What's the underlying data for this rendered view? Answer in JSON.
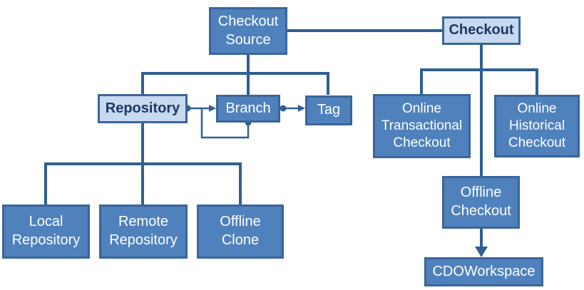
{
  "colors": {
    "node_fill": "#4f81bd",
    "node_border": "#3a659a",
    "node_light_fill": "#c6d9f0",
    "node_text": "#ffffff",
    "node_dark_text": "#1f3864",
    "connector": "#2f5f93",
    "background": "#ffffff"
  },
  "diagram": {
    "nodes": {
      "checkout_source": {
        "label": "Checkout\nSource",
        "style": "primary"
      },
      "checkout": {
        "label": "Checkout",
        "style": "light"
      },
      "repository": {
        "label": "Repository",
        "style": "light"
      },
      "branch": {
        "label": "Branch",
        "style": "primary"
      },
      "tag": {
        "label": "Tag",
        "style": "primary"
      },
      "online_transactional_checkout": {
        "label": "Online\nTransactional\nCheckout",
        "style": "primary"
      },
      "online_historical_checkout": {
        "label": "Online\nHistorical\nCheckout",
        "style": "primary"
      },
      "offline_checkout": {
        "label": "Offline\nCheckout",
        "style": "primary"
      },
      "cdo_workspace": {
        "label": "CDOWorkspace",
        "style": "primary"
      },
      "local_repository": {
        "label": "Local\nRepository",
        "style": "primary"
      },
      "remote_repository": {
        "label": "Remote\nRepository",
        "style": "primary"
      },
      "offline_clone": {
        "label": "Offline\nClone",
        "style": "primary"
      }
    },
    "edges": [
      {
        "from": "checkout_source",
        "to": "checkout",
        "type": "line"
      },
      {
        "from": "checkout_source",
        "to": "repository",
        "type": "tree"
      },
      {
        "from": "checkout_source",
        "to": "branch",
        "type": "tree"
      },
      {
        "from": "checkout_source",
        "to": "tag",
        "type": "tree"
      },
      {
        "from": "repository",
        "to": "branch",
        "type": "dot-arrow"
      },
      {
        "from": "branch",
        "to": "branch",
        "type": "dot-arrow-self-loop"
      },
      {
        "from": "branch",
        "to": "tag",
        "type": "dot-arrow"
      },
      {
        "from": "repository",
        "to": "local_repository",
        "type": "tree"
      },
      {
        "from": "repository",
        "to": "remote_repository",
        "type": "tree"
      },
      {
        "from": "repository",
        "to": "offline_clone",
        "type": "tree"
      },
      {
        "from": "checkout",
        "to": "online_transactional_checkout",
        "type": "tree"
      },
      {
        "from": "checkout",
        "to": "online_historical_checkout",
        "type": "tree"
      },
      {
        "from": "checkout",
        "to": "offline_checkout",
        "type": "tree"
      },
      {
        "from": "offline_checkout",
        "to": "cdo_workspace",
        "type": "arrow"
      }
    ]
  }
}
